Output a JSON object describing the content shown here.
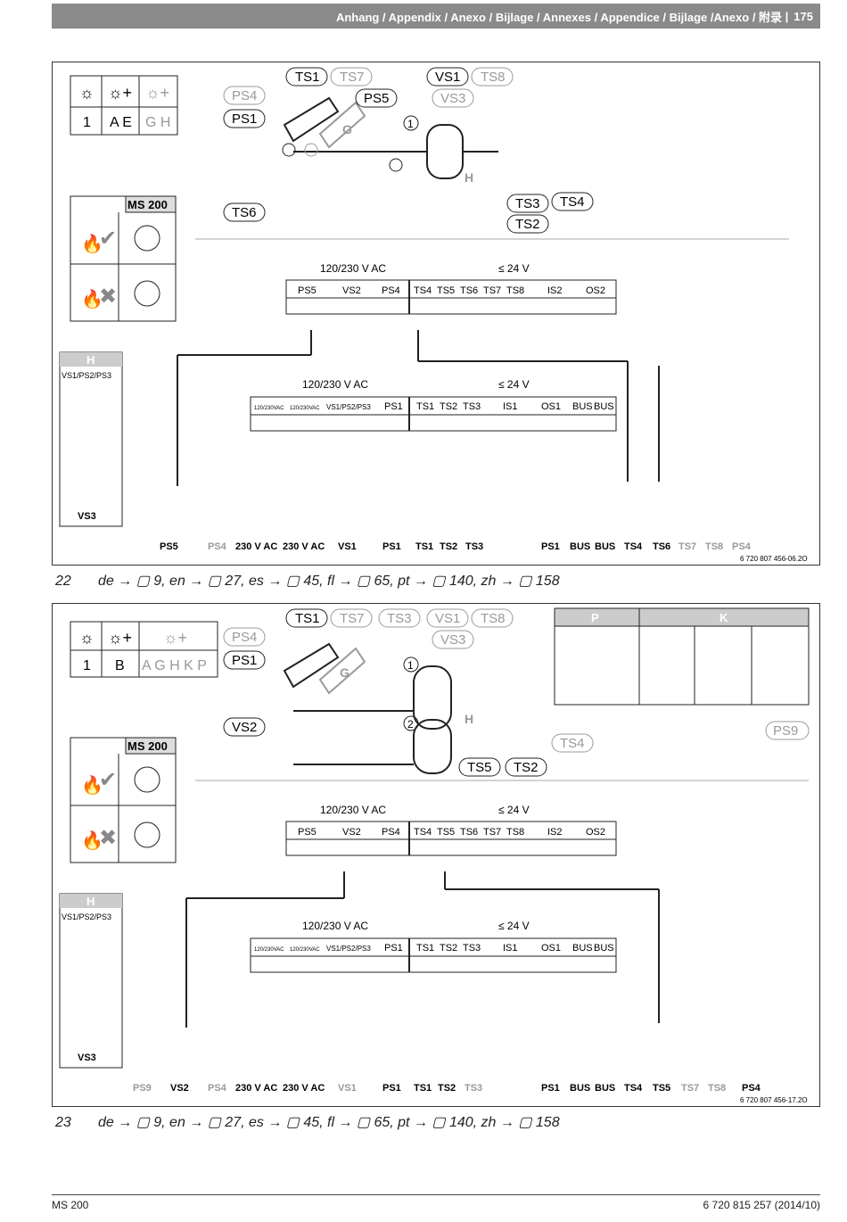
{
  "header": {
    "title": "Anhang / Appendix / Anexo / Bijlage / Annexes / Appendice / Bijlage /Anexo / 附录",
    "page_number": "175"
  },
  "figures": [
    {
      "number": "22",
      "config": {
        "row1": "1",
        "row2": "A E",
        "row3": "G H"
      },
      "controller": "MS 200",
      "labels": [
        "TS1",
        "TS7",
        "VS1",
        "TS8",
        "PS4",
        "VS3",
        "PS5",
        "PS1",
        "G",
        "1",
        "H",
        "TS3",
        "TS4",
        "TS6",
        "TS2"
      ],
      "upper_terminal_title_hv": "120/230 V AC",
      "upper_terminal_title_lv": "≤ 24 V",
      "upper_groups": [
        "PS5",
        "VS2",
        "PS4",
        "TS4",
        "TS5",
        "TS6",
        "TS7",
        "TS8",
        "IS2",
        "OS2"
      ],
      "lower_terminal_title_hv": "120/230 V AC",
      "lower_terminal_title_lv": "≤ 24 V",
      "lower_groups": [
        "120/230VAC",
        "120/230VAC",
        "VS1/PS2/PS3",
        "PS1",
        "TS1",
        "TS2",
        "TS3",
        "IS1",
        "OS1",
        "BUS",
        "BUS"
      ],
      "side_box_title": "H",
      "side_box_sub": "VS1/PS2/PS3",
      "side_box_bottom": "VS3",
      "bottom_labels": [
        "PS5",
        "PS4",
        "230 V AC",
        "230 V AC",
        "VS1",
        "PS1",
        "TS1",
        "TS2",
        "TS3",
        "PS1",
        "BUS",
        "BUS",
        "TS4",
        "TS6",
        "TS7",
        "TS8",
        "PS4"
      ],
      "doc_code": "6 720 807 456-06.2O",
      "caption": "de → ▢ 9, en → ▢ 27, es → ▢ 45, fl → ▢ 65, pt → ▢ 140, zh → ▢ 158"
    },
    {
      "number": "23",
      "config": {
        "row1": "1",
        "row2": "B",
        "row3": "A G H K P"
      },
      "controller": "MS 200",
      "labels": [
        "TS1",
        "TS7",
        "TS3",
        "VS1",
        "TS8",
        "PS4",
        "VS3",
        "PS1",
        "G",
        "1",
        "H",
        "VS2",
        "2",
        "TS4",
        "TS5",
        "TS2"
      ],
      "panel_p": "P",
      "panel_k": "K",
      "ps9": "PS9",
      "upper_terminal_title_hv": "120/230 V AC",
      "upper_terminal_title_lv": "≤ 24 V",
      "upper_groups": [
        "PS5",
        "VS2",
        "PS4",
        "TS4",
        "TS5",
        "TS6",
        "TS7",
        "TS8",
        "IS2",
        "OS2"
      ],
      "lower_terminal_title_hv": "120/230 V AC",
      "lower_terminal_title_lv": "≤ 24 V",
      "lower_groups": [
        "120/230VAC",
        "120/230VAC",
        "VS1/PS2/PS3",
        "PS1",
        "TS1",
        "TS2",
        "TS3",
        "IS1",
        "OS1",
        "BUS",
        "BUS"
      ],
      "side_box_title": "H",
      "side_box_sub": "VS1/PS2/PS3",
      "side_box_bottom": "VS3",
      "bottom_labels": [
        "PS9",
        "VS2",
        "PS4",
        "230 V AC",
        "230 V AC",
        "VS1",
        "PS1",
        "TS1",
        "TS2",
        "TS3",
        "PS1",
        "BUS",
        "BUS",
        "TS4",
        "TS5",
        "TS7",
        "TS8",
        "PS4"
      ],
      "doc_code": "6 720 807 456-17.2O",
      "caption": "de → ▢ 9, en → ▢ 27, es → ▢ 45, fl → ▢ 65, pt → ▢ 140, zh → ▢ 158"
    }
  ],
  "footer": {
    "left": "MS 200",
    "right": "6 720 815 257 (2014/10)"
  }
}
